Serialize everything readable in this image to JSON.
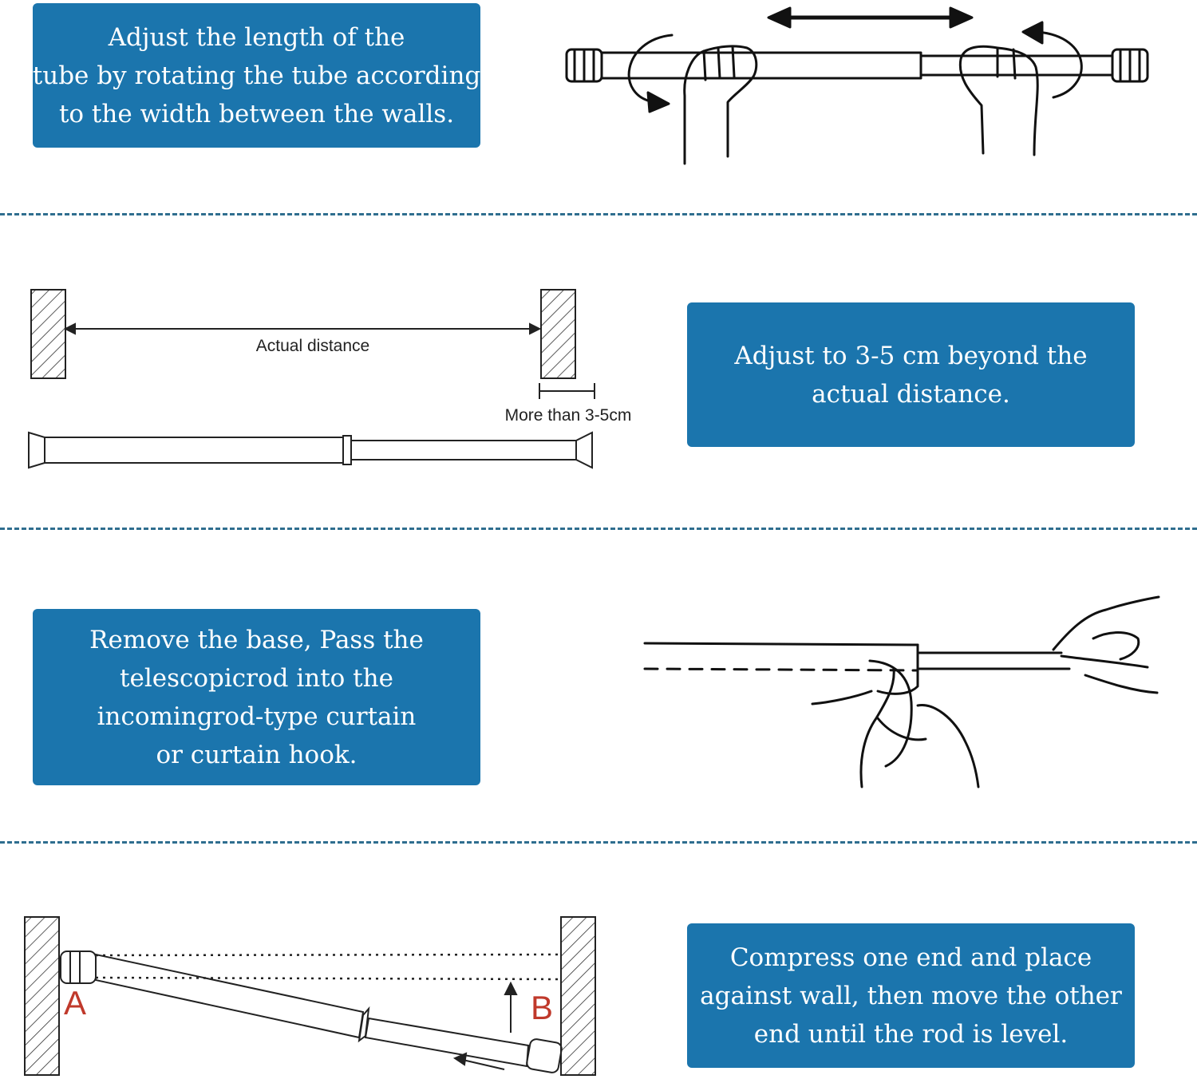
{
  "steps": [
    {
      "lines": [
        "Adjust the length of the",
        "tube by rotating the tube according",
        "to the width between the walls."
      ]
    },
    {
      "lines": [
        "Adjust to 3-5 cm beyond the",
        "actual distance."
      ]
    },
    {
      "lines": [
        "Remove the base, Pass the",
        "telescopicrod into the",
        "incomingrod-type curtain",
        "or curtain hook."
      ]
    },
    {
      "lines": [
        "Compress one end and place",
        "against wall, then move the other",
        "end until the rod is level."
      ]
    }
  ],
  "diagram2": {
    "distance_label": "Actual distance",
    "extra_label": "More than 3-5cm"
  },
  "diagram4": {
    "label_a": "A",
    "label_b": "B"
  },
  "colors": {
    "box": "#1b75ad",
    "divider": "#2f6e8f",
    "labels_ab": "#c0392b"
  }
}
